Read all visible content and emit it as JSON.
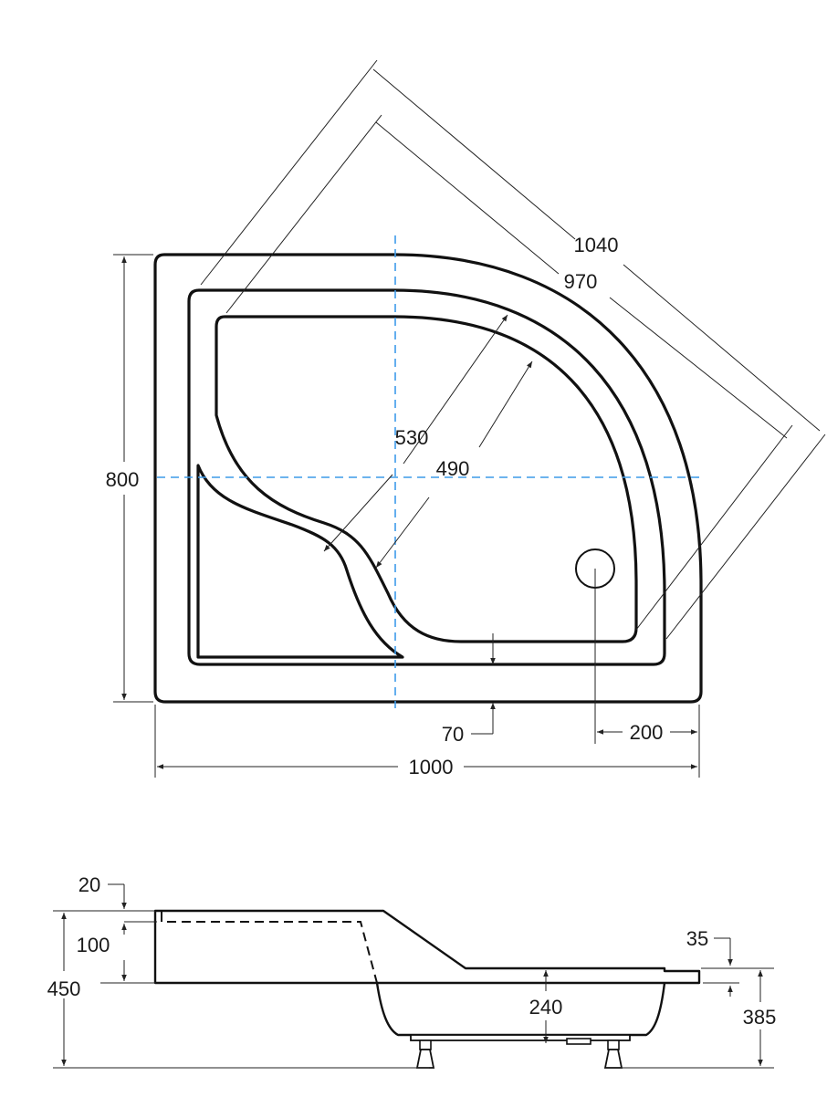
{
  "colors": {
    "outline": "#111111",
    "dimension_line": "#222222",
    "axis_line": "#3d9be9",
    "background": "#ffffff"
  },
  "plan_view": {
    "dim_diag_outer": "1040",
    "dim_diag_inner": "970",
    "dim_diag_530": "530",
    "dim_diag_490": "490",
    "dim_depth": "800",
    "dim_width": "1000",
    "dim_rim": "70",
    "dim_drain_offset": "200"
  },
  "side_view": {
    "dim_top_rim": "20",
    "dim_seat_drop": "100",
    "dim_total_height": "450",
    "dim_front_rim": "35",
    "dim_tray_depth": "240",
    "dim_right_height": "385"
  }
}
